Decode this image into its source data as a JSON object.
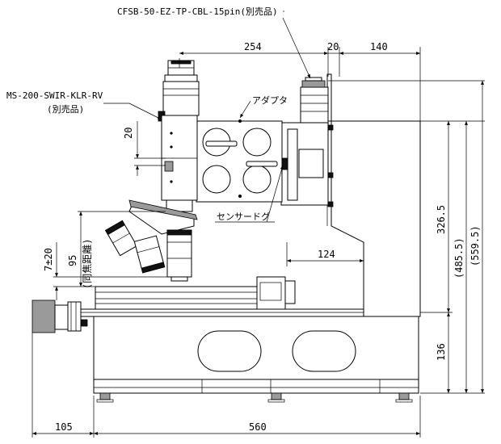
{
  "callouts": {
    "cable": "CFSB-50-EZ-TP-CBL-15pin(別売品)",
    "lens_model": "MS-200-SWIR-KLR-RV",
    "lens_note": "(別売品)",
    "adapter": "アダプタ",
    "sensor_dog": "センサードグ"
  },
  "dimensions": {
    "width_254": "254",
    "width_20": "20",
    "width_140": "140",
    "height_20": "20",
    "stroke_7": "7±20",
    "focal_95": "95",
    "focal_note": "(同焦距離)",
    "width_124": "124",
    "height_326": "326.5",
    "height_485": "(485.5)",
    "height_559": "(559.5)",
    "height_136": "136",
    "width_105": "105",
    "width_560": "560"
  }
}
